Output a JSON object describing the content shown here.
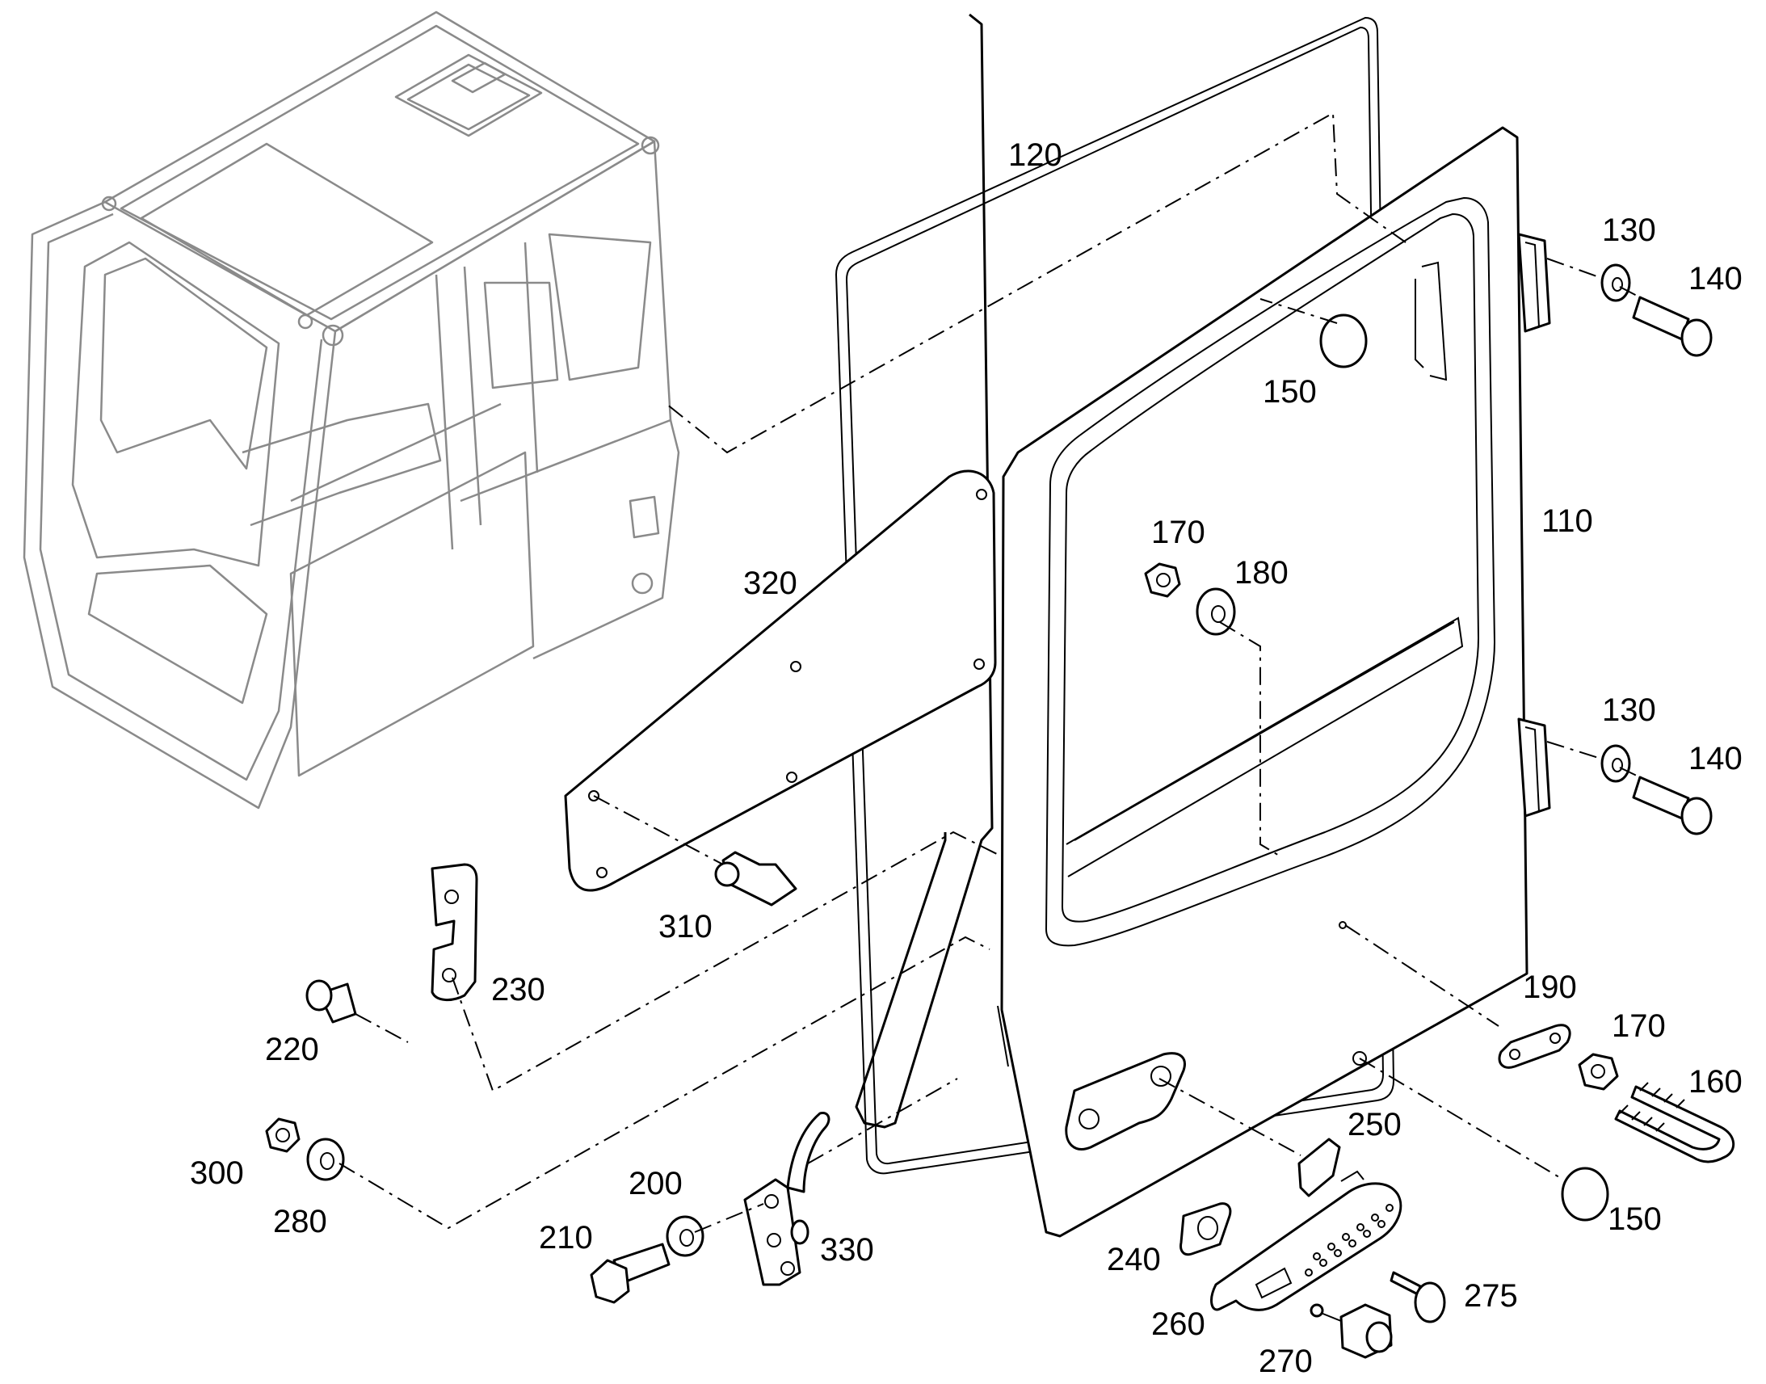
{
  "callouts": [
    {
      "id": "c120",
      "text": "120"
    },
    {
      "id": "c110",
      "text": "110"
    },
    {
      "id": "c130a",
      "text": "130"
    },
    {
      "id": "c140a",
      "text": "140"
    },
    {
      "id": "c150a",
      "text": "150"
    },
    {
      "id": "c170a",
      "text": "170"
    },
    {
      "id": "c180",
      "text": "180"
    },
    {
      "id": "c320",
      "text": "320"
    },
    {
      "id": "c130b",
      "text": "130"
    },
    {
      "id": "c140b",
      "text": "140"
    },
    {
      "id": "c310",
      "text": "310"
    },
    {
      "id": "c230",
      "text": "230"
    },
    {
      "id": "c220",
      "text": "220"
    },
    {
      "id": "c190",
      "text": "190"
    },
    {
      "id": "c170b",
      "text": "170"
    },
    {
      "id": "c160",
      "text": "160"
    },
    {
      "id": "c250",
      "text": "250"
    },
    {
      "id": "c200",
      "text": "200"
    },
    {
      "id": "c300",
      "text": "300"
    },
    {
      "id": "c280",
      "text": "280"
    },
    {
      "id": "c210",
      "text": "210"
    },
    {
      "id": "c330",
      "text": "330"
    },
    {
      "id": "c240",
      "text": "240"
    },
    {
      "id": "c150b",
      "text": "150"
    },
    {
      "id": "c275",
      "text": "275"
    },
    {
      "id": "c260",
      "text": "260"
    },
    {
      "id": "c270",
      "text": "270"
    }
  ]
}
